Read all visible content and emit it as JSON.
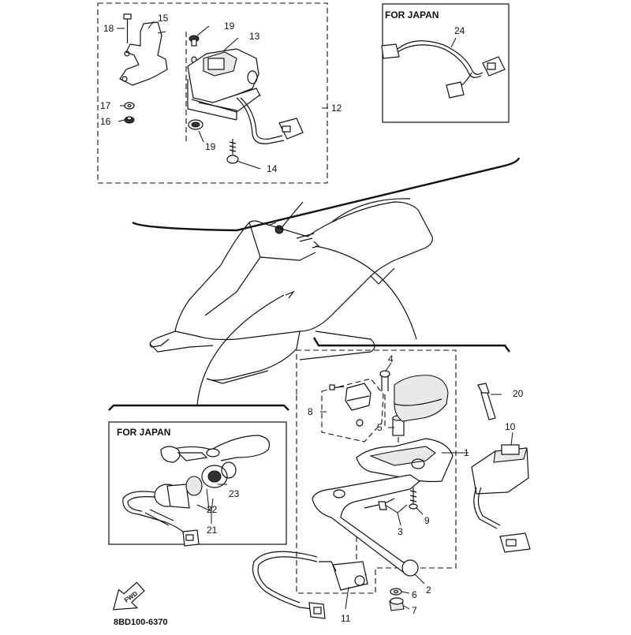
{
  "diagram": {
    "inset_titles": {
      "top_right": "FOR JAPAN",
      "bottom_left": "FOR JAPAN"
    },
    "drawing_code": "8BD100-6370",
    "fwd_label": "FWD",
    "callouts": {
      "c1": "1",
      "c2": "2",
      "c3": "3",
      "c4": "4",
      "c5": "5",
      "c6": "6",
      "c7": "7",
      "c8": "8",
      "c9": "9",
      "c10": "10",
      "c11": "11",
      "c12": "12",
      "c13": "13",
      "c14": "14",
      "c15": "15",
      "c16": "16",
      "c17": "17",
      "c18": "18",
      "c19a": "19",
      "c19b": "19",
      "c20": "20",
      "c21": "21",
      "c22": "22",
      "c23": "23",
      "c24": "24"
    }
  }
}
